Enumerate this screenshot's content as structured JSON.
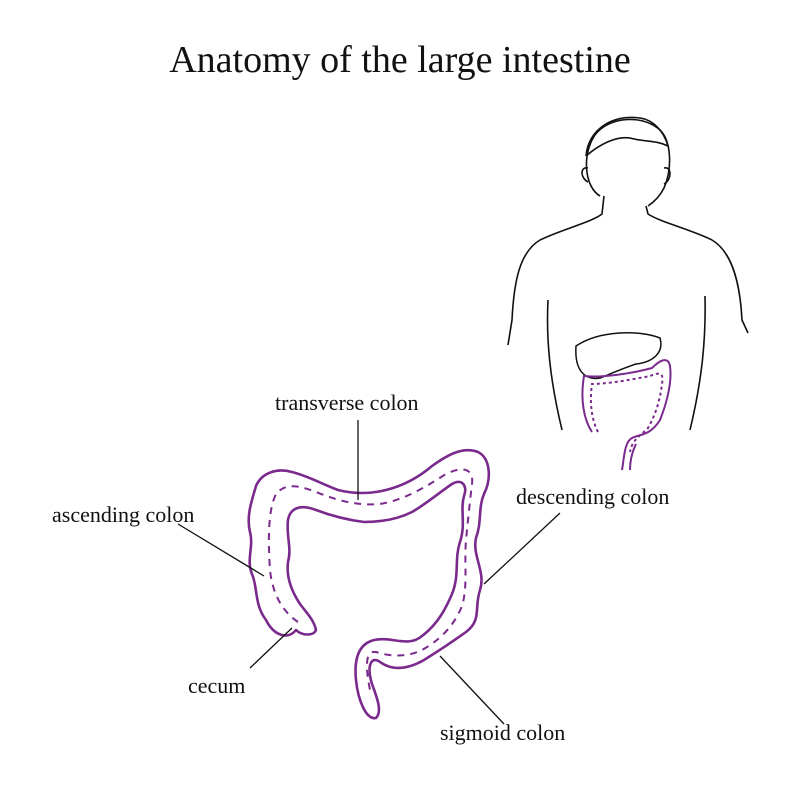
{
  "title": "Anatomy of the large intestine",
  "labels": {
    "transverse": "transverse colon",
    "ascending": "ascending colon",
    "descending": "descending colon",
    "cecum": "cecum",
    "sigmoid": "sigmoid colon"
  },
  "colors": {
    "intestine": "#7a2a8c",
    "outline": "#111111",
    "leader": "#111111"
  }
}
